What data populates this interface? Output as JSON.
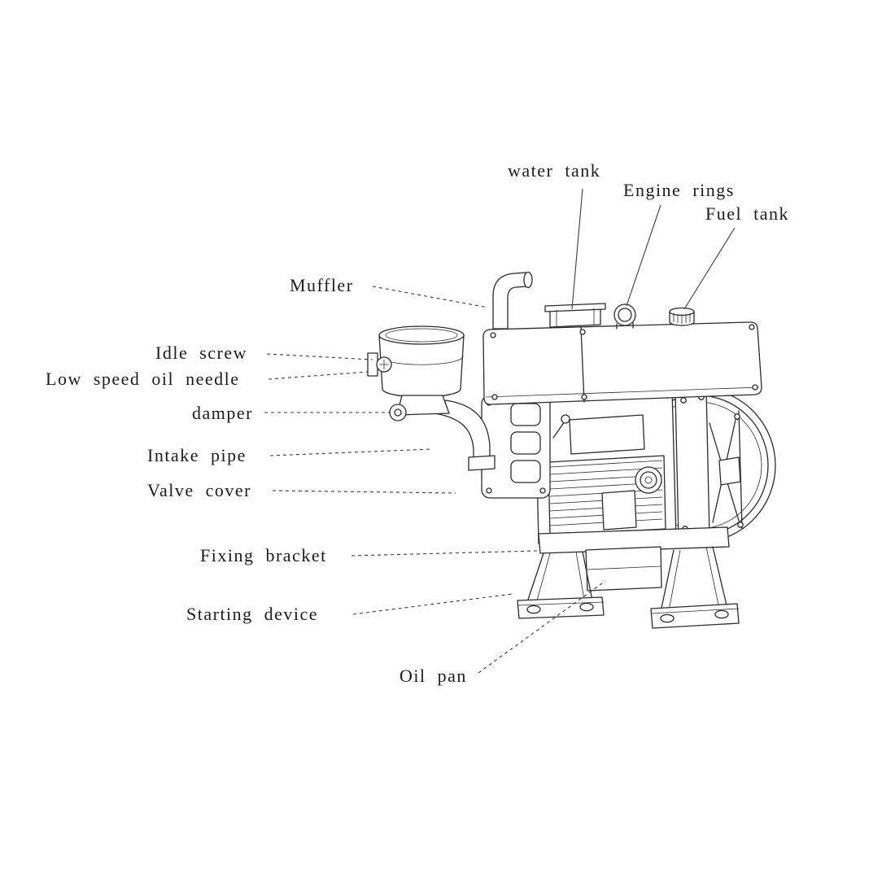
{
  "diagram": {
    "labels": {
      "water_tank": "water tank",
      "engine_rings": "Engine rings",
      "fuel_tank": "Fuel tank",
      "muffler": "Muffler",
      "idle_screw": "Idle screw",
      "low_speed_oil_needle": "Low speed oil needle",
      "damper": "damper",
      "intake_pipe": "Intake pipe",
      "valve_cover": "Valve cover",
      "fixing_bracket": "Fixing bracket",
      "starting_device": "Starting device",
      "oil_pan": "Oil pan"
    },
    "colors": {
      "line": "#2b2b2b",
      "text": "#1c1c1c",
      "background": "#ffffff"
    }
  }
}
